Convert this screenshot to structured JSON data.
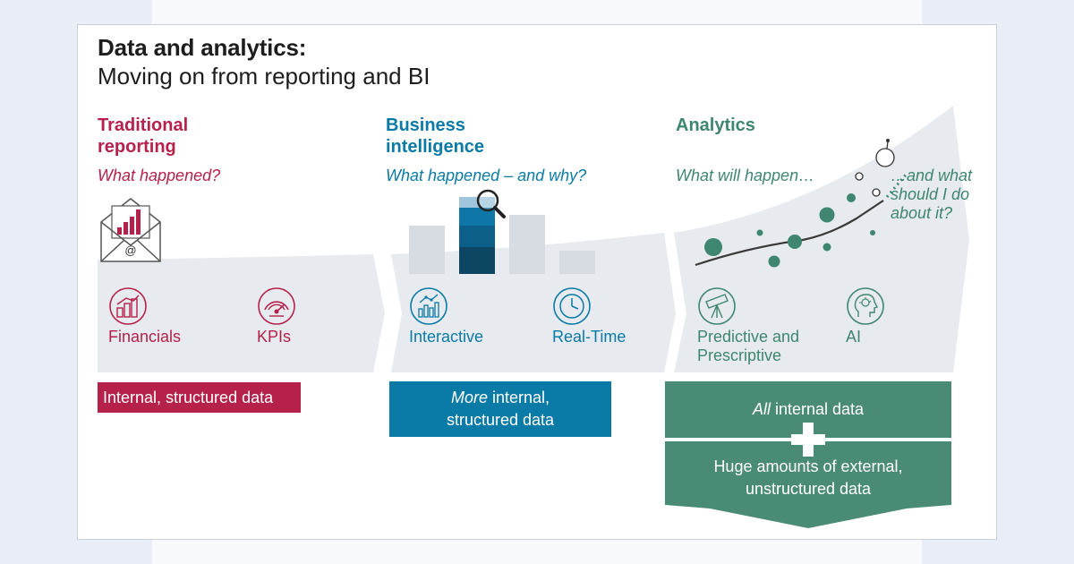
{
  "title": {
    "line1": "Data and analytics:",
    "line2": "Moving on from reporting and BI"
  },
  "colors": {
    "traditional": "#b5214a",
    "bi": "#0a7aa6",
    "analytics": "#3e8671",
    "arrow_gray": "#e7eaee"
  },
  "stages": [
    {
      "title_line1": "Traditional",
      "title_line2": "reporting",
      "question": "What happened?",
      "icons": [
        {
          "icon": "financials-icon",
          "label": "Financials"
        },
        {
          "icon": "kpi-gauge-icon",
          "label": "KPIs"
        }
      ],
      "data_box": {
        "line1": "Internal, structured data"
      }
    },
    {
      "title_line1": "Business",
      "title_line2": "intelligence",
      "question": "What happened – and why?",
      "icons": [
        {
          "icon": "interactive-chart-icon",
          "label": "Interactive"
        },
        {
          "icon": "clock-icon",
          "label": "Real-Time"
        }
      ],
      "data_box": {
        "emph": "More",
        "line1_rest": " internal,",
        "line2": "structured data"
      }
    },
    {
      "title_line1": "Analytics",
      "question": "What will happen…",
      "question2_line1": "…and what",
      "question2_line2": "should I do",
      "question2_line3": "about it?",
      "icons": [
        {
          "icon": "telescope-icon",
          "label_line1": "Predictive and",
          "label_line2": "Prescriptive"
        },
        {
          "icon": "ai-head-icon",
          "label": "AI"
        }
      ],
      "data_box": {
        "top_emph": "All",
        "top_rest": " internal data",
        "bottom_line1": "Huge amounts of external,",
        "bottom_line2": "unstructured data"
      }
    }
  ]
}
